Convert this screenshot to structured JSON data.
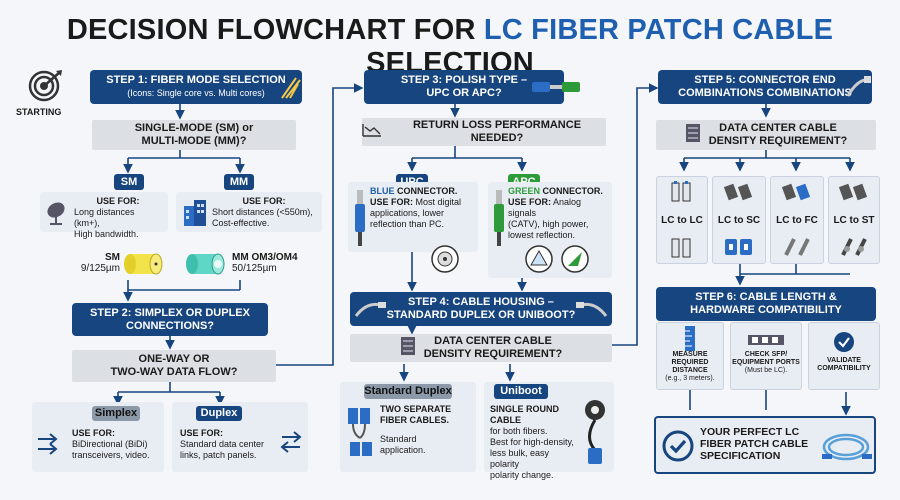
{
  "title": {
    "part1": "DECISION FLOWCHART FOR ",
    "part2": "LC FIBER PATCH CABLE",
    "part3": " SELECTION"
  },
  "start_label": "STARTING",
  "step1": {
    "title": "STEP 1: FIBER MODE SELECTION",
    "sub": "(Icons: Single core vs. Multi cores)"
  },
  "q1": {
    "line1": "SINGLE-MODE (SM) or",
    "line2": "MULTI-MODE (MM)?"
  },
  "sm": {
    "tag": "SM",
    "use_for": "USE FOR:",
    "desc1": "Long distances (km+),",
    "desc2": "High bandwidth.",
    "spec1": "SM",
    "spec2": "9/125µm"
  },
  "mm": {
    "tag": "MM",
    "use_for": "USE FOR:",
    "desc1": "Short distances (<550m),",
    "desc2": "Cost-effective.",
    "spec1": "MM OM3/OM4",
    "spec2": "50/125µm"
  },
  "step2": {
    "line1": "STEP 2: SIMPLEX OR DUPLEX",
    "line2": "CONNECTIONS?"
  },
  "q2": {
    "line1": "ONE-WAY OR",
    "line2": "TWO-WAY DATA FLOW?"
  },
  "simplex": {
    "tag": "Simplex",
    "use_for": "USE FOR:",
    "desc1": "BiDirectional (BiDi)",
    "desc2": "transceivers, video."
  },
  "duplex": {
    "tag": "Duplex",
    "use_for": "USE FOR:",
    "desc1": "Standard data center",
    "desc2": "links, patch panels."
  },
  "step3": {
    "line1": "STEP 3: POLISH TYPE –",
    "line2": "UPC OR APC?"
  },
  "q3": "RETURN LOSS PERFORMANCE NEEDED?",
  "upc": {
    "tag": "UPC",
    "color_word": "BLUE",
    "connector": " CONNECTOR.",
    "use_for": "USE FOR:",
    "desc1": "Most digital",
    "desc2": "applications, lower",
    "desc3": "reflection than PC."
  },
  "apc": {
    "tag": "APC",
    "color_word": "GREEN",
    "connector": " CONNECTOR.",
    "use_for": "USE FOR:",
    "desc1": "Analog signals",
    "desc2": "(CATV), high power,",
    "desc3": "lowest reflection."
  },
  "step4": {
    "line1": "STEP 4: CABLE HOUSING –",
    "line2": "STANDARD DUPLEX OR UNIBOOT?"
  },
  "q4": {
    "line1": "DATA CENTER CABLE",
    "line2": "DENSITY REQUIREMENT?"
  },
  "std_duplex": {
    "tag": "Standard Duplex",
    "line1": "TWO SEPARATE",
    "line2": "FIBER CABLES.",
    "line3": "Standard",
    "line4": "application."
  },
  "uniboot": {
    "tag": "Uniboot",
    "line1": "SINGLE ROUND CABLE",
    "line2": "for both fibers.",
    "line3": "Best for high-density,",
    "line4": "less bulk, easy",
    "line5": "polarity",
    "line6": "polarity change."
  },
  "step5": {
    "line1": "STEP 5: CONNECTOR END",
    "line2": "COMBINATIONS COMBINATIONS"
  },
  "q5": {
    "line1": "DATA CENTER CABLE",
    "line2": "DENSITY REQUIREMENT?"
  },
  "combos": [
    "LC to LC",
    "LC to SC",
    "LC to FC",
    "LC to ST"
  ],
  "step6": {
    "line1": "STEP 6: CABLE LENGTH &",
    "line2": "HARDWARE COMPATIBILITY"
  },
  "measure": {
    "l1": "MEASURE",
    "l2": "REQUIRED",
    "l3": "DISTANCE",
    "l4": "(e.g., 3 meters)."
  },
  "check": {
    "l1": "CHECK SFP/",
    "l2": "EQUIPMENT PORTS",
    "l3": "(Must be LC)."
  },
  "validate": {
    "l1": "VALIDATE",
    "l2": "COMPATIBILITY"
  },
  "final": {
    "l1": "YOUR PERFECT LC",
    "l2": "FIBER PATCH CABLE",
    "l3": "SPECIFICATION"
  },
  "colors": {
    "navy": "#17457f",
    "blue_accent": "#1f5fb0",
    "green": "#2e9b3a",
    "yellow": "#f2e34a",
    "teal": "#5fd6c6"
  }
}
